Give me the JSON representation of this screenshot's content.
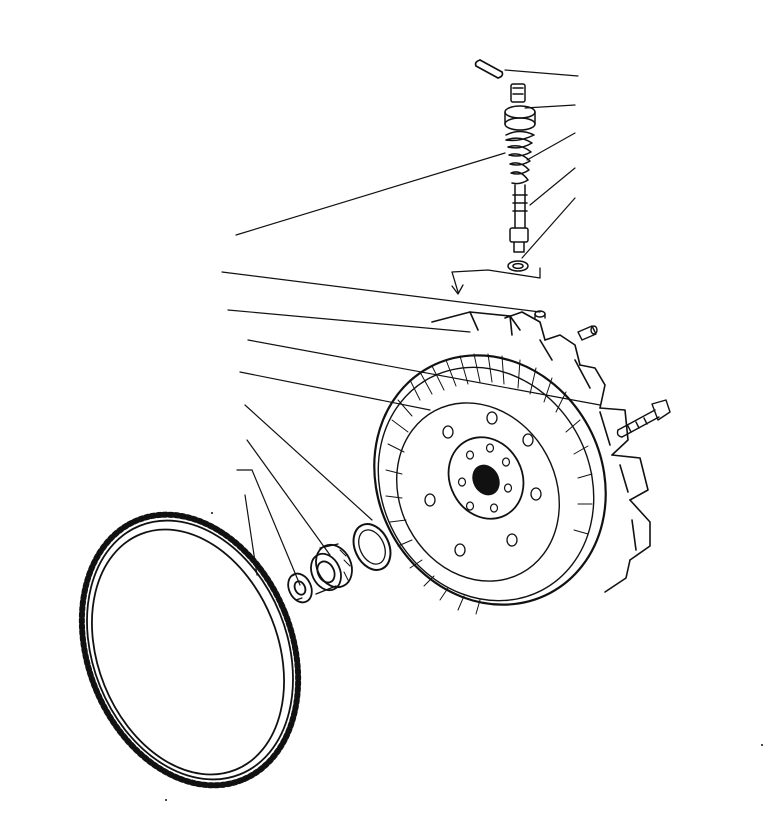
{
  "figure": {
    "kind": "exploded-parts-diagram",
    "ink_color": "#111111",
    "paper_color": "#ffffff"
  },
  "parts": [
    {
      "id": "pin",
      "icon": "pin-icon"
    },
    {
      "id": "shaft-top-nut",
      "icon": "nut-icon"
    },
    {
      "id": "spring-shaft",
      "icon": "spring-icon"
    },
    {
      "id": "shaft-lower",
      "icon": "shaft-icon"
    },
    {
      "id": "washer-small",
      "icon": "washer-icon"
    },
    {
      "id": "flywheel-housing",
      "icon": "flywheel-icon"
    },
    {
      "id": "bolt",
      "icon": "bolt-icon"
    },
    {
      "id": "dowel",
      "icon": "dowel-icon"
    },
    {
      "id": "snap-ring",
      "icon": "ring-icon"
    },
    {
      "id": "bearing",
      "icon": "bearing-icon"
    },
    {
      "id": "spacer",
      "icon": "spacer-icon"
    },
    {
      "id": "ring-gear",
      "icon": "ring-gear-icon"
    }
  ]
}
